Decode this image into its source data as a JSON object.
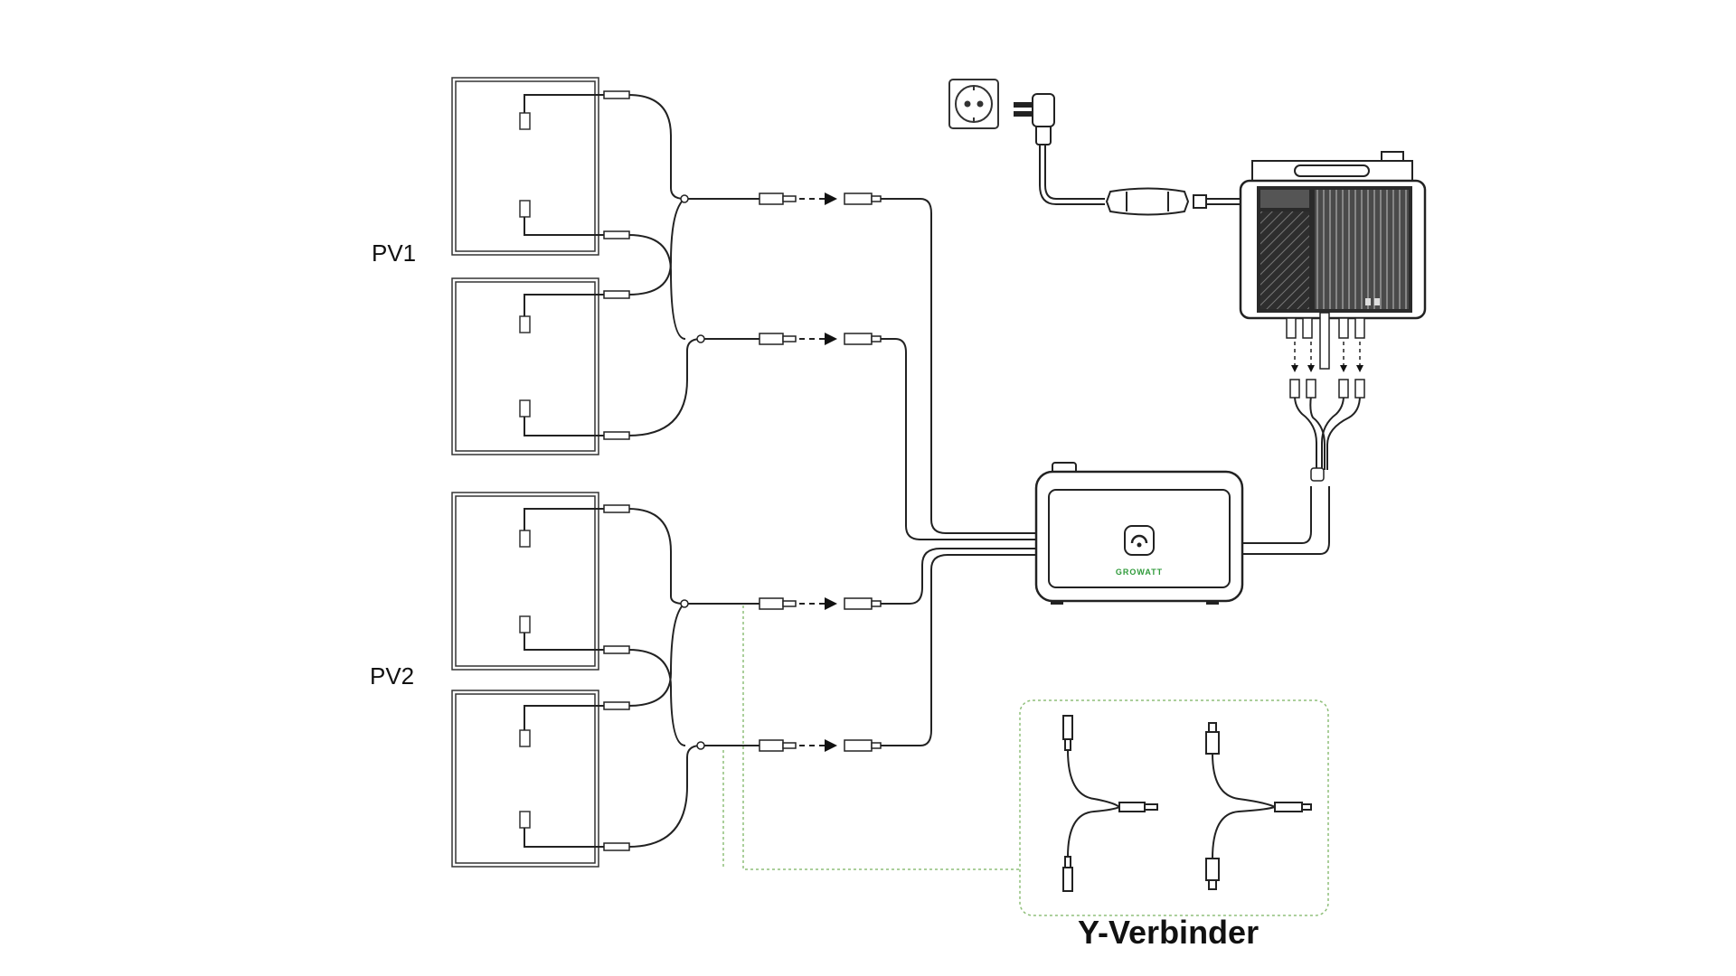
{
  "labels": {
    "pv1": "PV1",
    "pv2": "PV2",
    "y_connector": "Y-Verbinder",
    "brand": "GROWATT"
  },
  "icons": {
    "wall_socket": "socket-icon",
    "plug": "plug-icon",
    "power_button": "power-icon",
    "connector_arrow": "arrow-right-icon"
  },
  "colors": {
    "line": "#222222",
    "brand_green": "#2f9a3a",
    "dashed_green": "#8fbf7a",
    "inverter_dark": "#3a3a3a"
  }
}
